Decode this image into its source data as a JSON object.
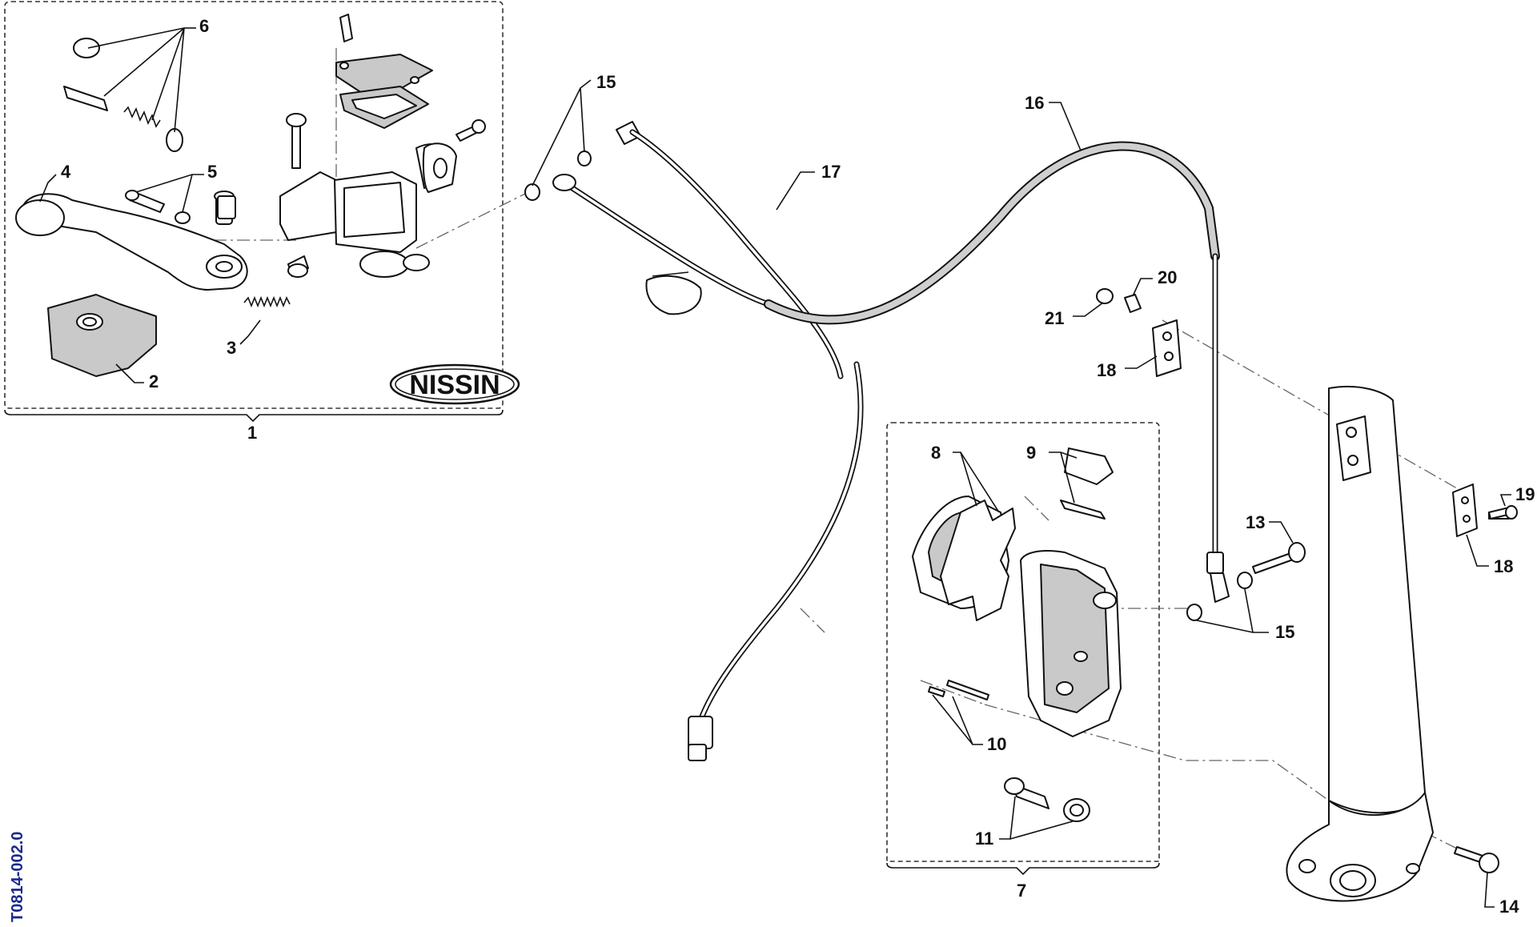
{
  "diagram": {
    "drawing_number": "T0814-002.0",
    "brand_badge": "NISSIN",
    "callouts": [
      {
        "id": "c1",
        "label": "1"
      },
      {
        "id": "c2",
        "label": "2"
      },
      {
        "id": "c3",
        "label": "3"
      },
      {
        "id": "c4",
        "label": "4"
      },
      {
        "id": "c5",
        "label": "5"
      },
      {
        "id": "c6",
        "label": "6"
      },
      {
        "id": "c7",
        "label": "7"
      },
      {
        "id": "c8",
        "label": "8"
      },
      {
        "id": "c9",
        "label": "9"
      },
      {
        "id": "c10",
        "label": "10"
      },
      {
        "id": "c11",
        "label": "11"
      },
      {
        "id": "c13",
        "label": "13"
      },
      {
        "id": "c14",
        "label": "14"
      },
      {
        "id": "c15a",
        "label": "15"
      },
      {
        "id": "c15b",
        "label": "15"
      },
      {
        "id": "c16",
        "label": "16"
      },
      {
        "id": "c17",
        "label": "17"
      },
      {
        "id": "c18a",
        "label": "18"
      },
      {
        "id": "c18b",
        "label": "18"
      },
      {
        "id": "c19",
        "label": "19"
      },
      {
        "id": "c20",
        "label": "20"
      },
      {
        "id": "c21",
        "label": "21"
      }
    ]
  }
}
